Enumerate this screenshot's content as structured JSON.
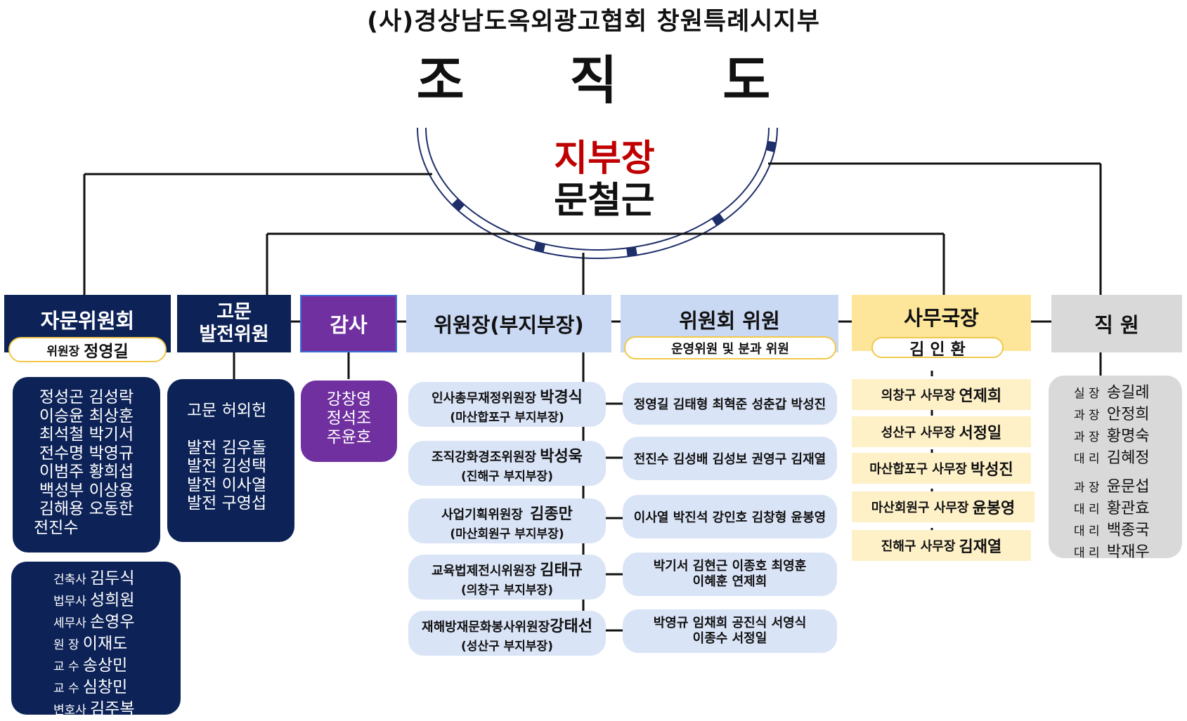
{
  "title": {
    "org": "(사)경상남도옥외광고협회 창원특례시지부",
    "main": "조 직 도"
  },
  "head": {
    "role": "지부장",
    "name": "문철근"
  },
  "advisory": {
    "header": "자문위원회",
    "chair_role": "위원장",
    "chair_name": "정영길",
    "members": [
      "정성곤 김성락",
      "이승윤 최상훈",
      "최석철 박기서",
      "전수명 박영규",
      "이범주 황희섭",
      "백성부 이상용",
      "김해용 오동한",
      "전진수"
    ],
    "experts": [
      {
        "title": "건축사",
        "name": "김두식"
      },
      {
        "title": "법무사",
        "name": "성희원"
      },
      {
        "title": "세무사",
        "name": "손영우"
      },
      {
        "title": "원 장",
        "name": "이재도"
      },
      {
        "title": "교 수",
        "name": "송상민"
      },
      {
        "title": "교 수",
        "name": "심창민"
      },
      {
        "title": "변호사",
        "name": "김주복"
      }
    ]
  },
  "counsel": {
    "header_line1": "고문",
    "header_line2": "발전위원",
    "advisor": "고문 허외헌",
    "members": [
      "발전 김우돌",
      "발전 김성택",
      "발전 이사열",
      "발전 구영섭"
    ]
  },
  "audit": {
    "header": "감사",
    "members": [
      "강창영",
      "정석조",
      "주윤호"
    ]
  },
  "chairs": {
    "header": "위원장(부지부장)",
    "items": [
      {
        "role": "인사총무재정위원장",
        "name": "박경식",
        "sub": "(마산합포구 부지부장)"
      },
      {
        "role": "조직강화경조위원장",
        "name": "박성욱",
        "sub": "(진해구 부지부장)"
      },
      {
        "role": "사업기획위원장",
        "name": "김종만",
        "sub": "(마산회원구 부지부장)"
      },
      {
        "role": "교육법제전시위원장",
        "name": "김태규",
        "sub": "(의창구 부지부장)"
      },
      {
        "role": "재해방재문화봉사위원장",
        "name": "강태선",
        "sub": "(성산구 부지부장)"
      }
    ]
  },
  "committee": {
    "header": "위원회 위원",
    "pill": "운영위원 및 분과 위원",
    "groups": [
      [
        "정영길 김태형 최혁준 성춘갑 박성진"
      ],
      [
        "전진수 김성배 김성보 권영구 김재열"
      ],
      [
        "이사열 박진석 강인호 김창형 윤봉영"
      ],
      [
        "박기서 김현근 이종호 최영훈",
        "이혜훈 연제희"
      ],
      [
        "박영규 임채희 공진식 서영식",
        "이종수 서정일"
      ]
    ]
  },
  "secretary": {
    "header": "사무국장",
    "name": "김 인 환",
    "offices": [
      {
        "role": "의창구 사무장",
        "name": "연제희"
      },
      {
        "role": "성산구 사무장",
        "name": "서정일"
      },
      {
        "role": "마산합포구 사무장",
        "name": "박성진"
      },
      {
        "role": "마산회원구 사무장",
        "name": "윤봉영"
      },
      {
        "role": "진해구 사무장",
        "name": "김재열"
      }
    ]
  },
  "staff": {
    "header": "직 원",
    "group1": [
      {
        "title": "실 장",
        "name": "송길례"
      },
      {
        "title": "과 장",
        "name": "안정희"
      },
      {
        "title": "과 장",
        "name": "황명숙"
      },
      {
        "title": "대 리",
        "name": "김혜정"
      }
    ],
    "group2": [
      {
        "title": "과 장",
        "name": "윤문섭"
      },
      {
        "title": "대 리",
        "name": "황관효"
      },
      {
        "title": "대 리",
        "name": "백종국"
      },
      {
        "title": "대 리",
        "name": "박재우"
      }
    ]
  },
  "colors": {
    "navy": "#0d2358",
    "purple": "#7030a0",
    "light_blue": "#c9d8f3",
    "yellow": "#fde59a",
    "grey": "#d9d9d9",
    "accent_red": "#c00000",
    "pill_border": "#f2c84b"
  }
}
